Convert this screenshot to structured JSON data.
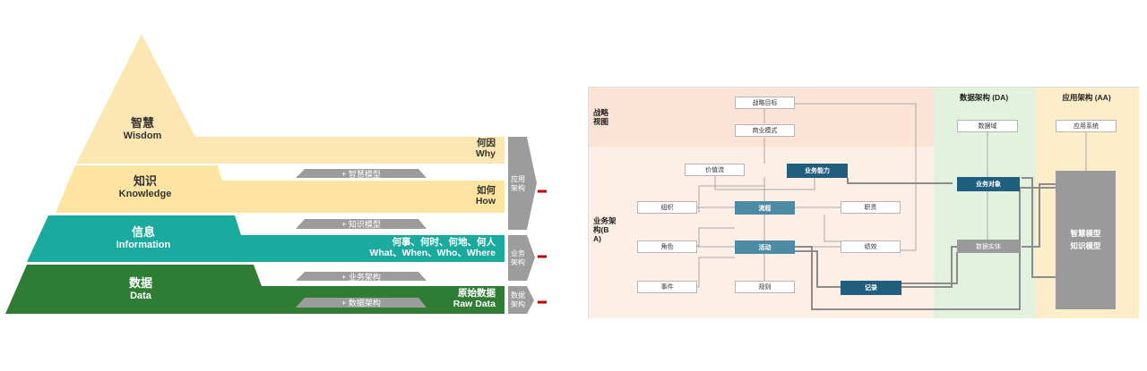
{
  "pyramid": {
    "levels": [
      {
        "cn": "智慧",
        "en": "Wisdom",
        "q_cn": "何因",
        "q_en": "Why",
        "color": "#fce6b2"
      },
      {
        "cn": "知识",
        "en": "Knowledge",
        "q_cn": "如何",
        "q_en": "How",
        "color": "#fde4a0"
      },
      {
        "cn": "信息",
        "en": "Information",
        "q_cn": "何事、何时、何地、何人",
        "q_en": "What、When、Who、Where",
        "color": "#1aaa9e"
      },
      {
        "cn": "数据",
        "en": "Data",
        "q_cn": "原始数据",
        "q_en": "Raw Data",
        "color": "#2f7d34"
      }
    ],
    "tabs": [
      "+ 智慧模型",
      "+ 知识模型",
      "+ 业务架构",
      "+ 数据架构"
    ],
    "side_boxes": [
      "应用架构",
      "业务架构",
      "数据架构"
    ]
  },
  "diagram": {
    "rows": {
      "strategy": "战略视图",
      "business": "业务架构(BA)"
    },
    "columns": {
      "da": "数据架构 (DA)",
      "aa": "应用架构 (AA)"
    },
    "nodes": {
      "n1": "战略目标",
      "n2": "商业模式",
      "n3": "价值流",
      "n4": "业务能力",
      "n5": "组织",
      "n6": "流程",
      "n7": "职责",
      "n8": "角色",
      "n9": "活动",
      "n10": "绩效",
      "n11": "事件",
      "n12": "规则",
      "n13": "记录",
      "d1": "数据域",
      "d2": "业务对象",
      "d3": "数据实体",
      "a1": "应用系统",
      "a2": "智慧模型\n知识模型"
    }
  }
}
